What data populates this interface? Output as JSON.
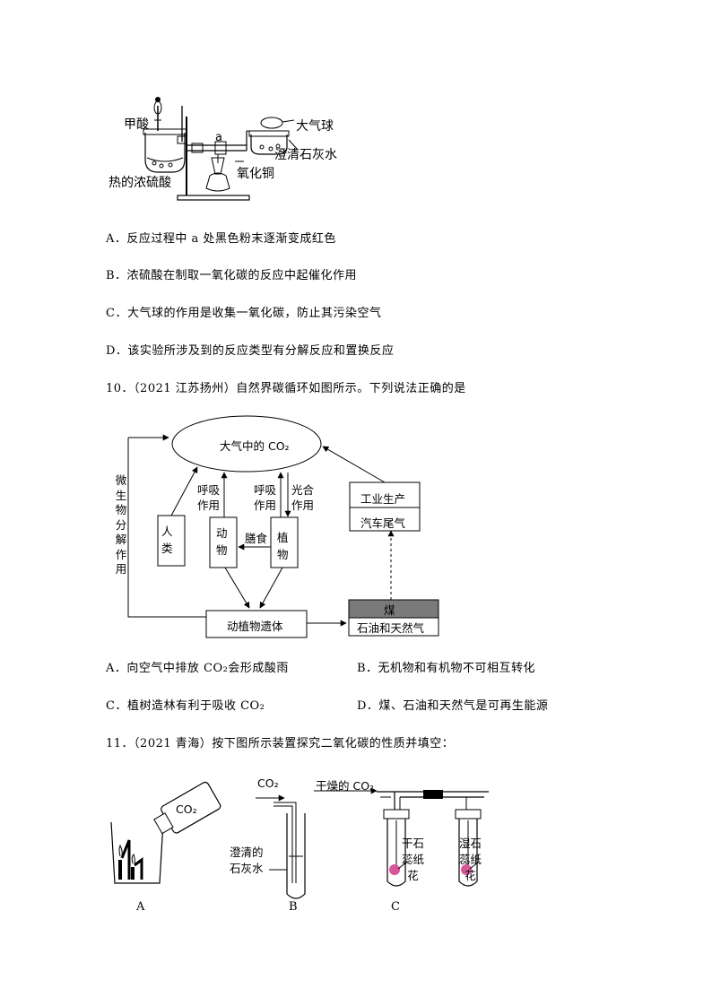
{
  "fig9": {
    "labels": {
      "formic_acid": "甲酸",
      "conc_sulfuric": "热的浓硫酸",
      "point_a": "a",
      "balloon": "大气球",
      "limewater": "澄清石灰水",
      "copper_oxide": "氧化铜"
    }
  },
  "q9_options": [
    "A．反应过程中 a 处黑色粉末逐渐变成红色",
    "B．浓硫酸在制取一氧化碳的反应中起催化作用",
    "C．大气球的作用是收集一氧化碳，防止其污染空气",
    "D．该实验所涉及到的反应类型有分解反应和置换反应"
  ],
  "q10": {
    "stem": "10．（2021 江苏扬州）自然界碳循环如图所示。下列说法正确的是",
    "diagram": {
      "atmosphere": "大气中的 CO₂",
      "microbe": [
        "微",
        "生",
        "物",
        "分",
        "解",
        "作",
        "用"
      ],
      "respiration1": [
        "呼吸",
        "作用"
      ],
      "respiration2": [
        "呼吸",
        "作用"
      ],
      "photosynthesis": [
        "光合",
        "作用"
      ],
      "human": [
        "人",
        "类"
      ],
      "animal": [
        "动",
        "物"
      ],
      "plant": [
        "植",
        "物"
      ],
      "feeding": "膳食",
      "remains": "动植物遗体",
      "industry": "工业生产",
      "exhaust": "汽车尾气",
      "coal": "煤",
      "oil_gas": "石油和天然气"
    },
    "options": [
      "A．向空气中排放 CO₂会形成酸雨",
      "B．无机物和有机物不可相互转化",
      "C．植树造林有利于吸收 CO₂",
      "D．煤、石油和天然气是可再生能源"
    ]
  },
  "q11": {
    "stem": "11．（2021 青海）按下图所示装置探究二氧化碳的性质并填空：",
    "figure": {
      "co2_bottle": "CO₂",
      "co2_in": "CO₂",
      "dry_co2": "干燥的 CO₂",
      "limewater": [
        "澄清的",
        "石灰水"
      ],
      "dry_paper": [
        "干石",
        "蕊纸",
        "花"
      ],
      "wet_paper": [
        "湿石",
        "蕊纸",
        "花"
      ],
      "label_a": "A",
      "label_b": "B",
      "label_c": "C"
    }
  }
}
